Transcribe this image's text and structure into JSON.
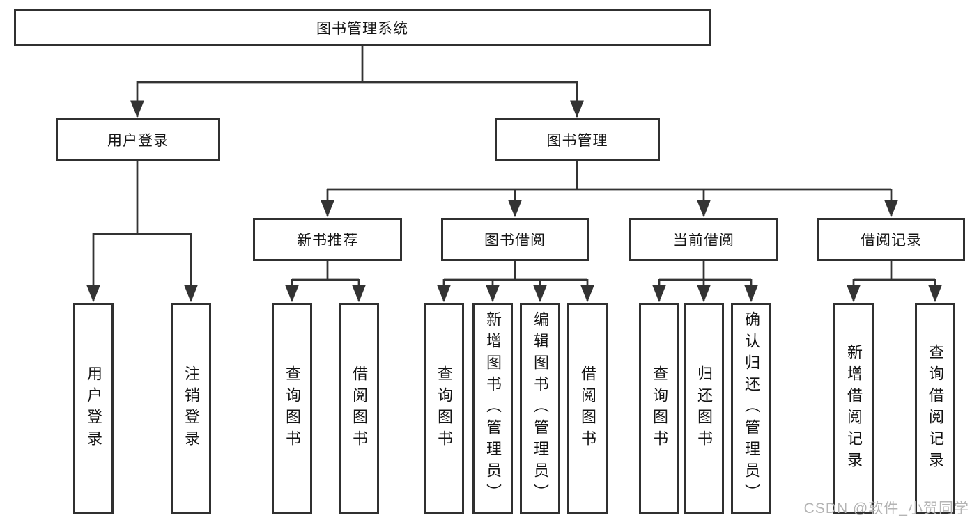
{
  "tree": {
    "label": "图书管理系统",
    "children": [
      {
        "label": "用户登录",
        "children": [
          {
            "label": "用户登录"
          },
          {
            "label": "注销登录"
          }
        ]
      },
      {
        "label": "图书管理",
        "children": [
          {
            "label": "新书推荐",
            "children": [
              {
                "label": "查询图书"
              },
              {
                "label": "借阅图书"
              }
            ]
          },
          {
            "label": "图书借阅",
            "children": [
              {
                "label": "查询图书"
              },
              {
                "label": "新增图书（管理员）"
              },
              {
                "label": "编辑图书（管理员）"
              },
              {
                "label": "借阅图书"
              }
            ]
          },
          {
            "label": "当前借阅",
            "children": [
              {
                "label": "查询图书"
              },
              {
                "label": "归还图书"
              },
              {
                "label": "确认归还（管理员）"
              }
            ]
          },
          {
            "label": "借阅记录",
            "children": [
              {
                "label": "新增借阅记录"
              },
              {
                "label": "查询借阅记录"
              }
            ]
          }
        ]
      }
    ]
  },
  "watermark": {
    "text": "CSDN @软件_小贺同学"
  },
  "colors": {
    "line": "#333333",
    "box_border": "#303030",
    "text": "#141414",
    "watermark": "#b4b4b4",
    "background": "#ffffff"
  }
}
